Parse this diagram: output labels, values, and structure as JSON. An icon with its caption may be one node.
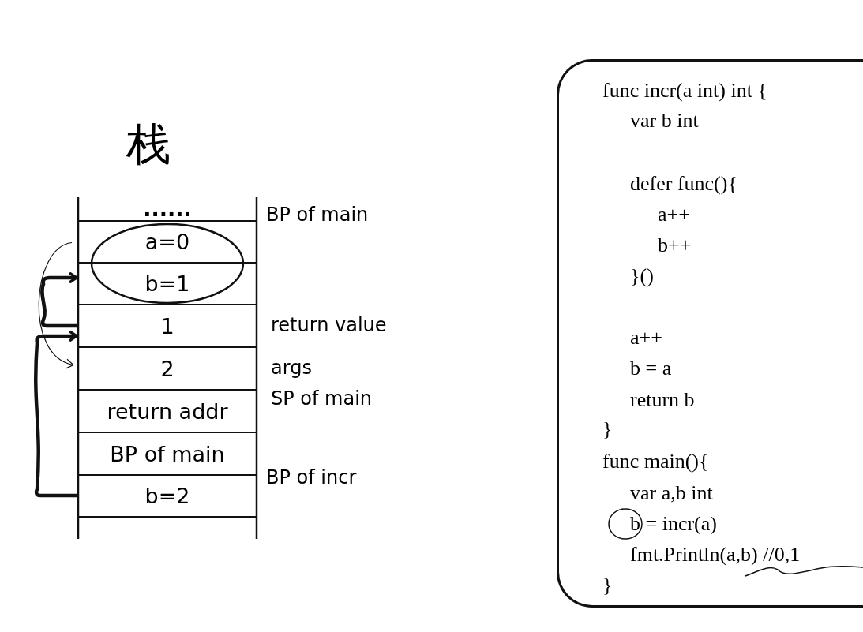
{
  "diagram": {
    "title": "栈",
    "nodes": [
      {
        "text": [
          "......"
        ]
      },
      {
        "text": [
          "a=0"
        ]
      },
      {
        "text": [
          "b=1"
        ]
      },
      {
        "text": [
          "1"
        ]
      },
      {
        "text": [
          "2"
        ]
      },
      {
        "text": [
          "return addr"
        ]
      },
      {
        "text": [
          "BP of main"
        ]
      },
      {
        "text": [
          "b=2"
        ]
      },
      {
        "text": [
          "func incr(a int) int {",
          "var b int",
          "defer func(){",
          "a++",
          "b++",
          "}()",
          "a++",
          "b = a",
          "return b",
          "}",
          "func main(){",
          "var a,b int",
          "b = incr(a)",
          "fmt.Println(a,b) //0,1",
          "}"
        ]
      }
    ],
    "edges": [
      {
        "from": 7,
        "to": 3,
        "arrow": "to"
      },
      {
        "from": 3,
        "to": 2,
        "arrow": "to"
      },
      {
        "from": 1,
        "to": 4,
        "arrow": "to"
      }
    ],
    "labels": [
      "BP of main",
      "return value",
      "args",
      "SP of main",
      "BP of incr"
    ]
  }
}
